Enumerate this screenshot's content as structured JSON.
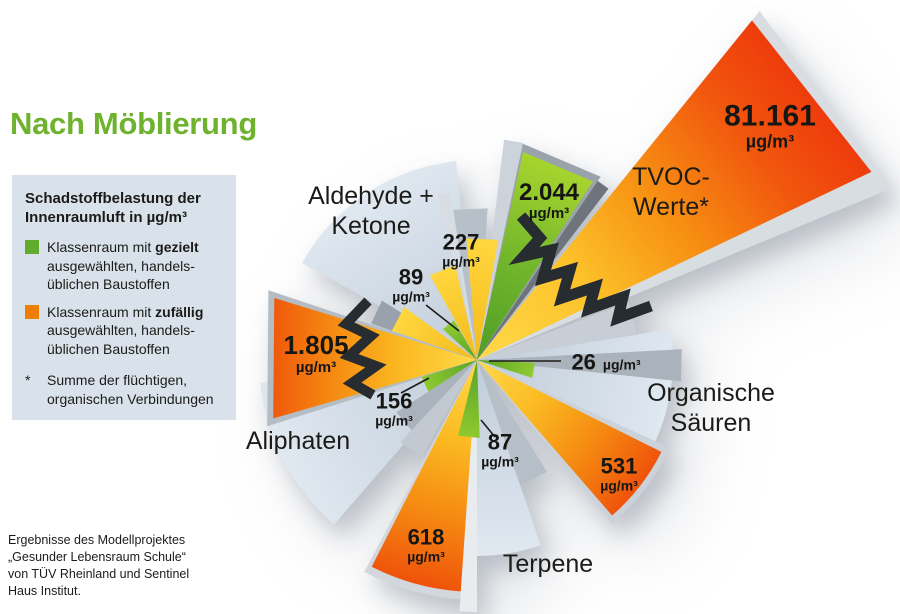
{
  "title": "Nach Möblierung",
  "legend": {
    "heading": "Schadstoffbelastung der Innenraumluft in µg/m³",
    "items": [
      {
        "prefix": "Klassenraum mit ",
        "bold": "gezielt",
        "rest": " ausgewählten, handels-üblichen Baustoffen",
        "swatch_color": "#61ab2d"
      },
      {
        "prefix": "Klassenraum mit ",
        "bold": "zufällig",
        "rest": " ausgewählten, handels-üblichen Baustoffen",
        "swatch_color": "#ee7d00"
      }
    ],
    "footnote_marker": "*",
    "footnote": "Summe der flüchtigen, organischen Verbindungen"
  },
  "source_lines": [
    "Ergebnisse des Modellprojektes",
    "„Gesunder Lebensraum Schule“",
    "von TÜV Rheinland und Sentinel",
    "Haus Institut."
  ],
  "chart_data": {
    "type": "radial_fan",
    "title": "Nach Möblierung",
    "unit": "µg/m³",
    "series_names": {
      "gezielt": "Klassenraum mit gezielt ausgewählten, handelsüblichen Baustoffen",
      "zufaellig": "Klassenraum mit zufällig ausgewählten, handelsüblichen Baustoffen"
    },
    "colors": {
      "gezielt_green": "#6db52d",
      "zufaellig_orange": "#ef7c00",
      "background_wedge": "#d3dde7",
      "title_green": "#6eb22e",
      "legend_background": "#d9e2ea"
    },
    "scale_breaks": [
      "TVOC-Werte*",
      "Aliphaten"
    ],
    "categories": [
      {
        "name": "TVOC-Werte*",
        "name_lines": [
          "TVOC-",
          "Werte*"
        ],
        "gezielt_value": 2044,
        "gezielt_display": "2.044",
        "zufaellig_value": 81161,
        "zufaellig_display": "81.161",
        "scale_break": true
      },
      {
        "name": "Aldehyde + Ketone",
        "name_lines": [
          "Aldehyde +",
          "Ketone"
        ],
        "gezielt_value": 89,
        "gezielt_display": "89",
        "zufaellig_value": 227,
        "zufaellig_display": "227",
        "scale_break": false
      },
      {
        "name": "Organische Säuren",
        "name_lines": [
          "Organische",
          "Säuren"
        ],
        "gezielt_value": 26,
        "gezielt_display": "26",
        "zufaellig_value": 531,
        "zufaellig_display": "531",
        "scale_break": false
      },
      {
        "name": "Terpene",
        "name_lines": [
          "Terpene"
        ],
        "gezielt_value": 87,
        "gezielt_display": "87",
        "zufaellig_value": 618,
        "zufaellig_display": "618",
        "scale_break": false
      },
      {
        "name": "Aliphaten",
        "name_lines": [
          "Aliphaten"
        ],
        "gezielt_value": 156,
        "gezielt_display": "156",
        "zufaellig_value": 1805,
        "zufaellig_display": "1.805",
        "scale_break": true
      }
    ]
  }
}
